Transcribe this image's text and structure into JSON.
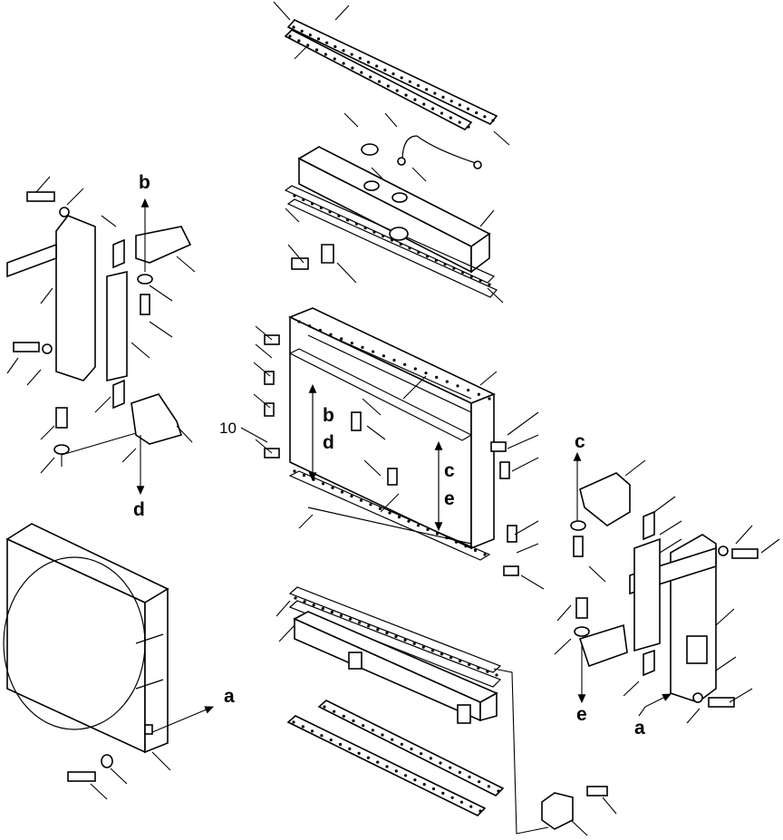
{
  "labels": {
    "a": "a",
    "b": "b",
    "c": "c",
    "d": "d",
    "e": "e",
    "ten": "10"
  }
}
